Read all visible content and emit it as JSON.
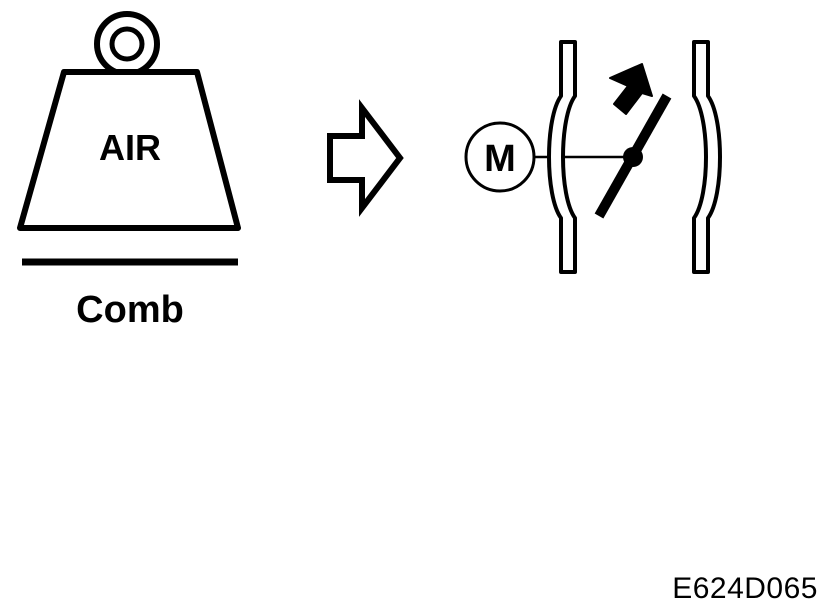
{
  "weight": {
    "label": "AIR",
    "caption": "Comb"
  },
  "motor": {
    "label": "M"
  },
  "figure_code": "E624D065",
  "colors": {
    "ink": "#000000",
    "background": "#ffffff"
  },
  "icons": [
    "weight-icon",
    "arrow-right-icon",
    "motor-icon",
    "throttle-valve-icon",
    "arrow-rotate-icon"
  ]
}
